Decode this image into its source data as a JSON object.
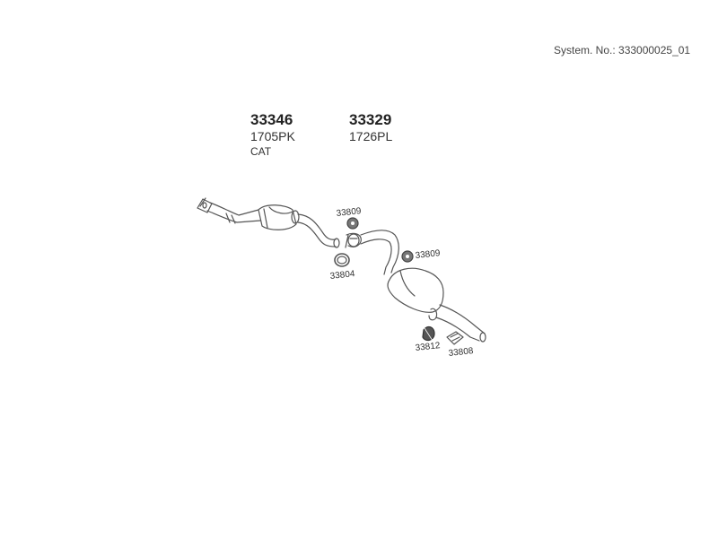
{
  "header": {
    "system_number": "System. No.: 333000025_01"
  },
  "assembly_parts": [
    {
      "number": "33346",
      "code": "1705PK",
      "note": "CAT"
    },
    {
      "number": "33329",
      "code": "1726PL"
    }
  ],
  "callouts": {
    "hanger_front": "33809",
    "hanger_rear": "33809",
    "gasket": "33804",
    "rubber_mount": "33812",
    "clamp": "33808"
  }
}
